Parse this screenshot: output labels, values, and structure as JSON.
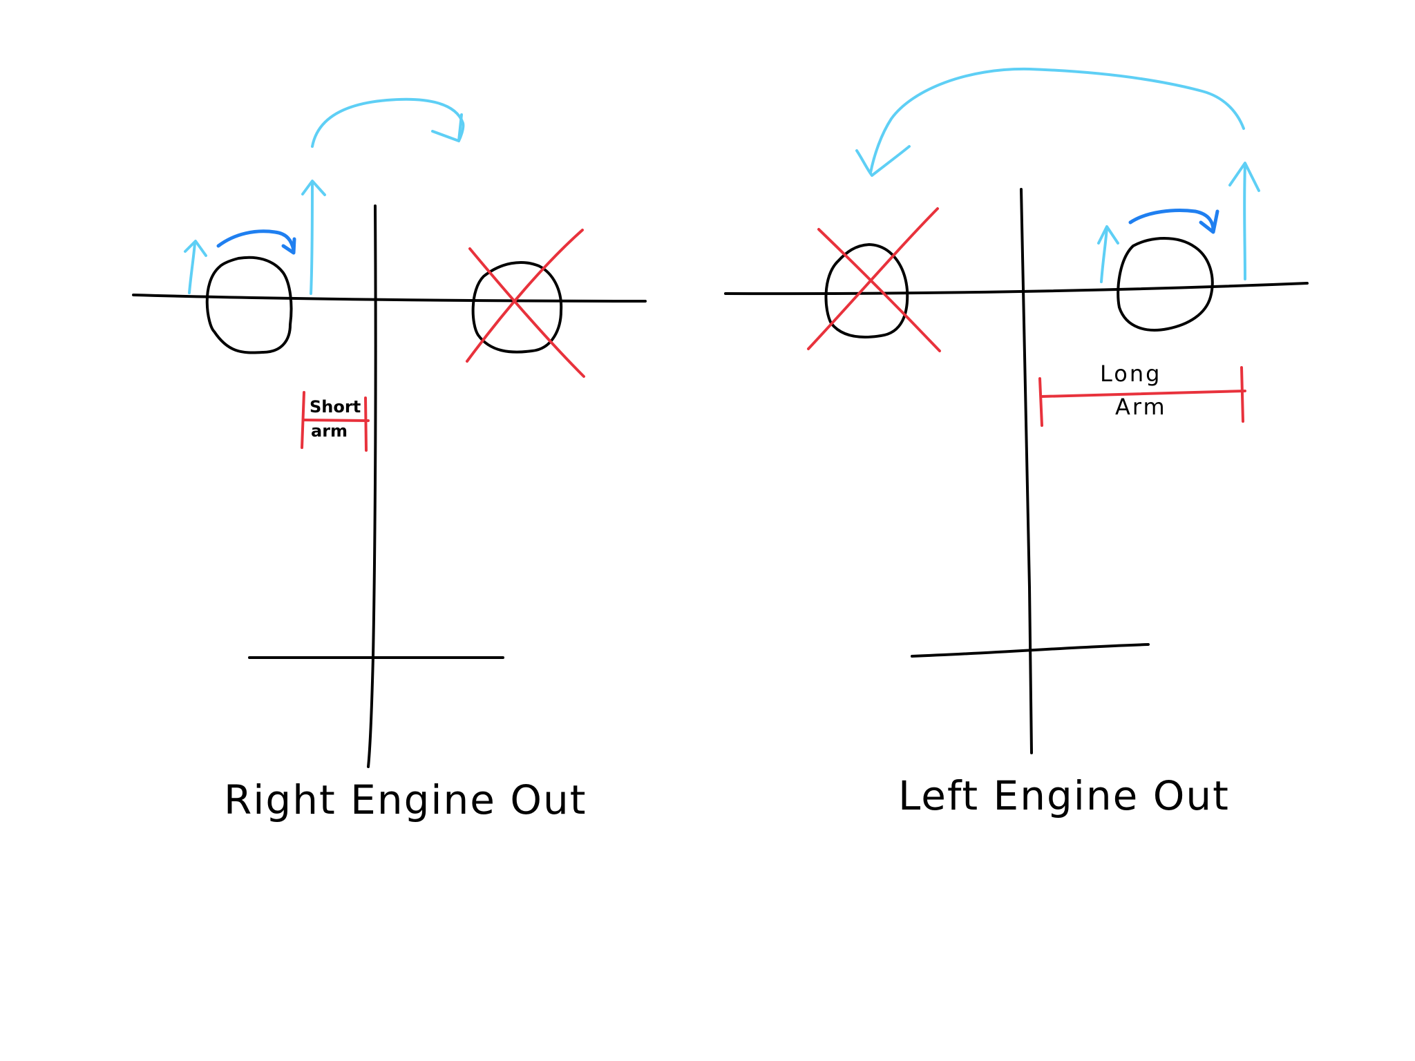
{
  "diagrams": [
    {
      "caption": "Right Engine Out",
      "arm_label_line1": "Short",
      "arm_label_line2": "arm"
    },
    {
      "caption": "Left Engine Out",
      "arm_label_line1": "Long",
      "arm_label_line2": "Arm"
    }
  ],
  "colors": {
    "ink": "#000000",
    "failed_engine_cross": "#e8323c",
    "arm_marker": "#e8323c",
    "thrust_arrow": "#5ecff5",
    "rotation_arrow": "#1f7ff0"
  }
}
